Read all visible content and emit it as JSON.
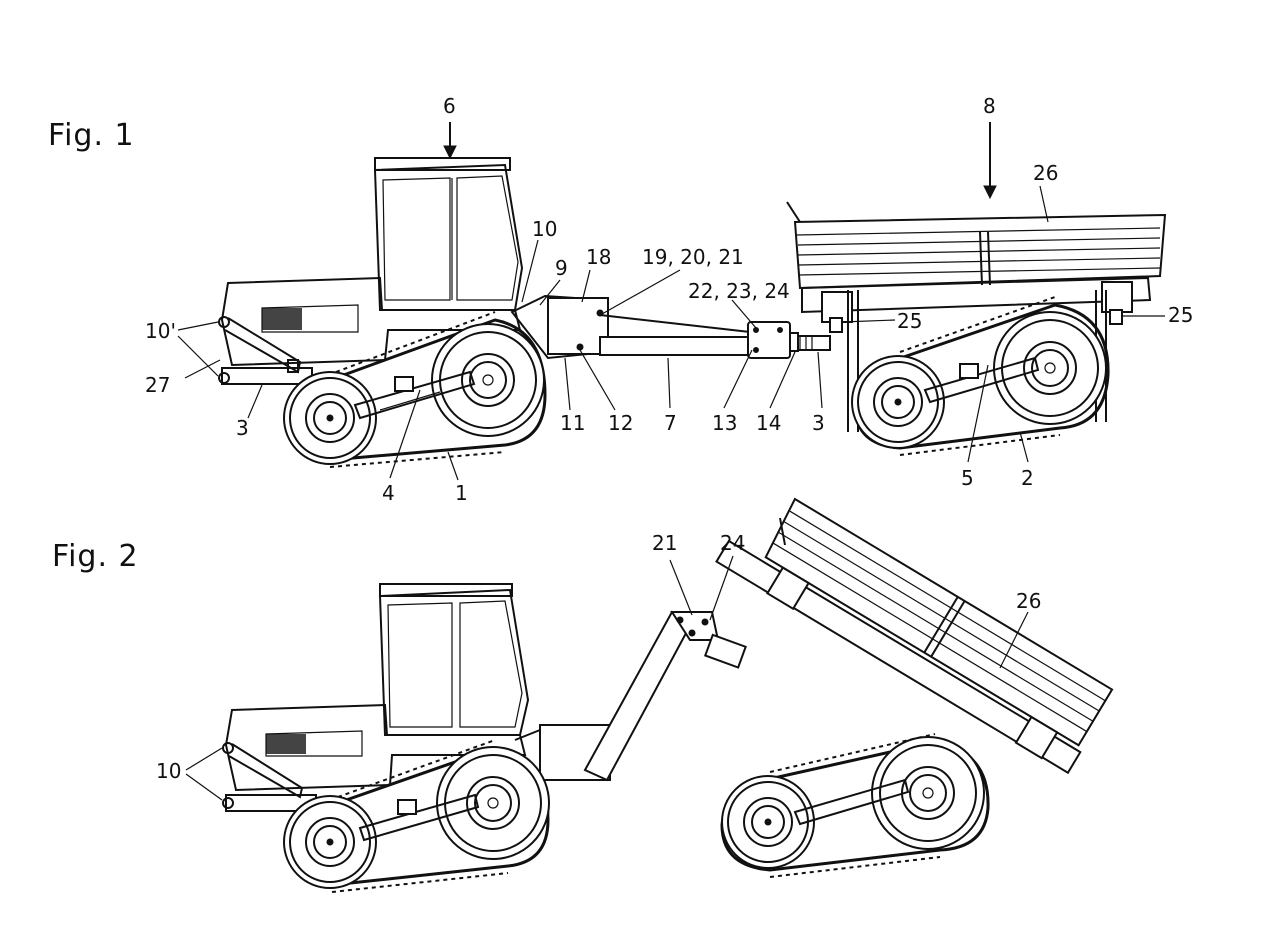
{
  "figures": [
    {
      "title": "Fig. 1",
      "labels": [
        {
          "id": "l6",
          "text": "6"
        },
        {
          "id": "l8",
          "text": "8"
        },
        {
          "id": "l26",
          "text": "26"
        },
        {
          "id": "l10",
          "text": "10"
        },
        {
          "id": "l9",
          "text": "9"
        },
        {
          "id": "l18",
          "text": "18"
        },
        {
          "id": "l19",
          "text": "19, 20, 21"
        },
        {
          "id": "l22",
          "text": "22, 23, 24"
        },
        {
          "id": "l25a",
          "text": "25"
        },
        {
          "id": "l25b",
          "text": "25"
        },
        {
          "id": "l10p",
          "text": "10'"
        },
        {
          "id": "l27",
          "text": "27"
        },
        {
          "id": "l3a",
          "text": "3"
        },
        {
          "id": "l4",
          "text": "4"
        },
        {
          "id": "l1",
          "text": "1"
        },
        {
          "id": "l11",
          "text": "11"
        },
        {
          "id": "l12",
          "text": "12"
        },
        {
          "id": "l7",
          "text": "7"
        },
        {
          "id": "l13",
          "text": "13"
        },
        {
          "id": "l14",
          "text": "14"
        },
        {
          "id": "l3b",
          "text": "3"
        },
        {
          "id": "l5",
          "text": "5"
        },
        {
          "id": "l2",
          "text": "2"
        }
      ]
    },
    {
      "title": "Fig. 2",
      "labels": [
        {
          "id": "m21",
          "text": "21"
        },
        {
          "id": "m24",
          "text": "24"
        },
        {
          "id": "m26",
          "text": "26"
        },
        {
          "id": "m10",
          "text": "10"
        }
      ]
    }
  ]
}
